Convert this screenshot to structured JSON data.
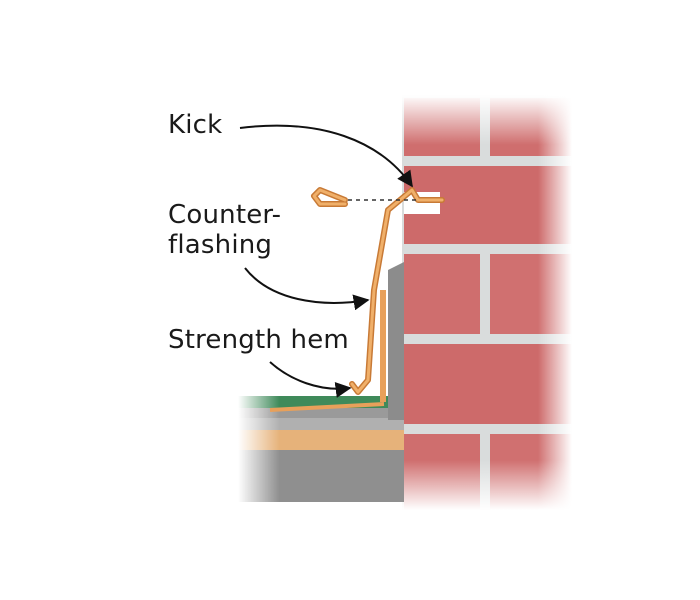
{
  "labels": {
    "kick": "Kick",
    "counterflashing_line1": "Counter-",
    "counterflashing_line2": "flashing",
    "strength_hem": "Strength hem"
  },
  "colors": {
    "brick": "#cf6e6e",
    "brick_shadow": "#b85a5a",
    "mortar": "#d9dcdc",
    "flashing": "#e8a05a",
    "flashing_edge": "#c87a36",
    "membrane": "#3f8a5a",
    "deck": "#9a9a9a",
    "base": "#8f8f8f",
    "sheathing": "#e6b27a",
    "label_text": "#1a1a1a",
    "arrow": "#111111"
  }
}
